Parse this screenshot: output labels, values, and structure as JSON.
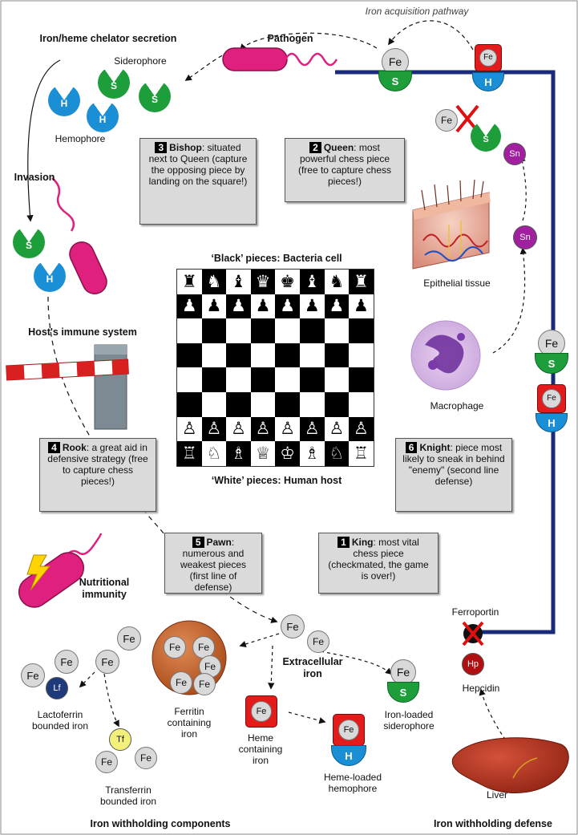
{
  "labels": {
    "acquisition_pathway": "Iron acquisition pathway",
    "chelator_secretion": "Iron/heme chelator secretion",
    "pathogen": "Pathogen",
    "siderophore": "Siderophore",
    "hemophore": "Hemophore",
    "invasion": "Invasion",
    "host_immune": "Host's  immune system",
    "black_pieces": "‘Black’ pieces: Bacteria cell",
    "white_pieces": "‘White’ pieces: Human host",
    "epithelial": "Epithelial tissue",
    "macrophage": "Macrophage",
    "nutritional_1": "Nutritional",
    "nutritional_2": "immunity",
    "extracellular_1": "Extracellular",
    "extracellular_2": "iron",
    "ferroportin": "Ferroportin",
    "hepcidin": "Hepcidin",
    "liver": "Liver",
    "ferritin_1": "Ferritin",
    "ferritin_2": "containing",
    "ferritin_3": "iron",
    "lactoferrin_1": "Lactoferrin",
    "lactoferrin_2": "bounded iron",
    "transferrin_1": "Transferrin",
    "transferrin_2": "bounded iron",
    "heme_iron_1": "Heme",
    "heme_iron_2": "containing",
    "heme_iron_3": "iron",
    "heme_loaded_1": "Heme-loaded",
    "heme_loaded_2": "hemophore",
    "iron_loaded_1": "Iron-loaded",
    "iron_loaded_2": "siderophore",
    "withholding_components": "Iron withholding components",
    "withholding_defense": "Iron withholding defense"
  },
  "molecules": {
    "fe": "Fe",
    "s": "S",
    "h": "H",
    "sn": "Sn",
    "lf": "Lf",
    "tf": "Tf",
    "hp": "Hp"
  },
  "pieces": {
    "bishop": {
      "num": "3",
      "name": "Bishop",
      "text": ": situated next to Queen (capture the opposing piece by landing on the square!)"
    },
    "queen": {
      "num": "2",
      "name": "Queen",
      "text": ": most powerful chess piece (free to capture chess pieces!)"
    },
    "rook": {
      "num": "4",
      "name": "Rook",
      "text": ": a great aid in defensive strategy (free to capture chess pieces!)"
    },
    "knight": {
      "num": "6",
      "name": "Knight",
      "text": ": piece most likely to sneak in behind \"enemy\" (second line defense)"
    },
    "pawn": {
      "num": "5",
      "name": "Pawn",
      "text": ": numerous and weakest pieces (first line of defense)"
    },
    "king": {
      "num": "1",
      "name": "King",
      "text": ": most vital chess piece (checkmated, the game is over!)"
    }
  },
  "board_rows": [
    [
      "♜",
      "♞",
      "♝",
      "♛",
      "♚",
      "♝",
      "♞",
      "♜"
    ],
    [
      "♟",
      "♟",
      "♟",
      "♟",
      "♟",
      "♟",
      "♟",
      "♟"
    ],
    [
      "",
      "",
      "",
      "",
      "",
      "",
      "",
      ""
    ],
    [
      "",
      "",
      "",
      "",
      "",
      "",
      "",
      ""
    ],
    [
      "",
      "",
      "",
      "",
      "",
      "",
      "",
      ""
    ],
    [
      "",
      "",
      "",
      "",
      "",
      "",
      "",
      ""
    ],
    [
      "♙",
      "♙",
      "♙",
      "♙",
      "♙",
      "♙",
      "♙",
      "♙"
    ],
    [
      "♖",
      "♘",
      "♗",
      "♕",
      "♔",
      "♗",
      "♘",
      "♖"
    ]
  ],
  "colors": {
    "siderophore": "#1e9e3a",
    "hemophore": "#1a8fd6",
    "pathogen": "#e0207e",
    "fe_gray": "#d9d9d9",
    "heme_red": "#e31b1b",
    "sn_purple": "#a020a0",
    "lf_navy": "#1f3a7a",
    "tf_yellow": "#f3f07a",
    "hp_darkred": "#b01010",
    "membrane_navy": "#1a2a7a",
    "box_gray": "#dadada"
  },
  "icons": [
    "lightning-bolt-icon",
    "barrier-gate-icon",
    "red-x-icon",
    "liver-icon",
    "skin-tissue-icon",
    "macrophage-icon"
  ]
}
